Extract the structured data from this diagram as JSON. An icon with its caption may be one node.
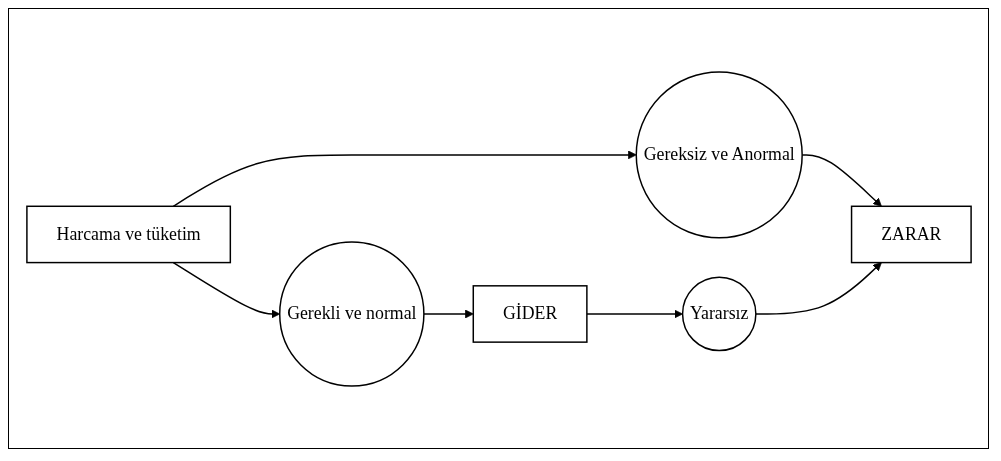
{
  "diagram": {
    "nodes": [
      {
        "text": [
          "Harcama ve tüketim"
        ]
      },
      {
        "text": [
          "Gerekli ve normal"
        ]
      },
      {
        "text": [
          "Gereksiz ve Anormal"
        ]
      },
      {
        "text": [
          "GİDER"
        ]
      },
      {
        "text": [
          "Yararsız"
        ]
      },
      {
        "text": [
          "ZARAR"
        ]
      }
    ],
    "edges": [
      {
        "from": 0,
        "to": 1,
        "arrow": "to"
      },
      {
        "from": 0,
        "to": 2,
        "arrow": "to"
      },
      {
        "from": 1,
        "to": 3,
        "arrow": "to"
      },
      {
        "from": 2,
        "to": 5,
        "arrow": "to"
      },
      {
        "from": 3,
        "to": 4,
        "arrow": "to"
      },
      {
        "from": 4,
        "to": 5,
        "arrow": "to"
      }
    ]
  }
}
